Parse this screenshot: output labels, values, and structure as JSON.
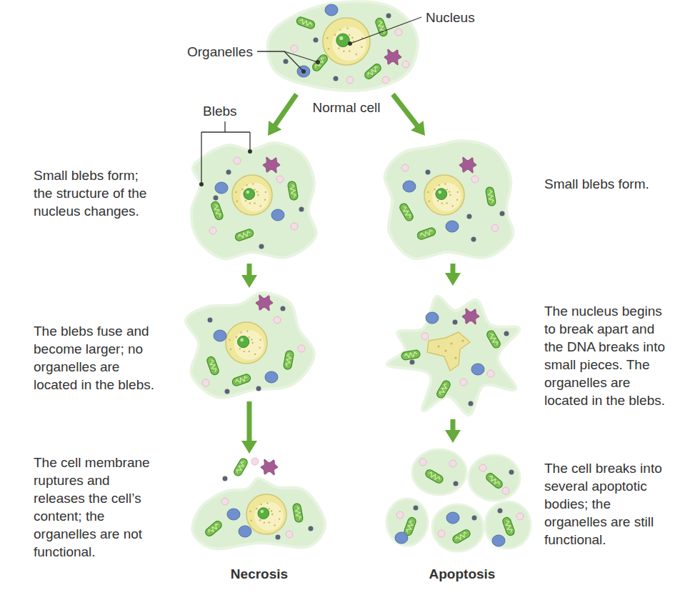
{
  "diagram": {
    "nodes": [
      {
        "text": [
          "Normal cell"
        ]
      },
      {
        "text": [
          "Small blebs form; the structure of the nucleus changes."
        ]
      },
      {
        "text": [
          "The blebs fuse and become larger; no organelles are located in the blebs."
        ]
      },
      {
        "text": [
          "The cell membrane ruptures and releases the cell’s content; the organelles are not functional.",
          "Necrosis"
        ]
      },
      {
        "text": [
          "Small blebs form."
        ]
      },
      {
        "text": [
          "The nucleus begins to break apart and the DNA breaks into small pieces. The organelles are located in the blebs."
        ]
      },
      {
        "text": [
          "The cell breaks into several apoptotic bodies; the organelles are still functional.",
          "Apoptosis"
        ]
      }
    ],
    "edges": [
      {
        "from": 0,
        "to": 1,
        "arrow": "to"
      },
      {
        "from": 0,
        "to": 4,
        "arrow": "to"
      },
      {
        "from": 1,
        "to": 2,
        "arrow": "to"
      },
      {
        "from": 2,
        "to": 3,
        "arrow": "to"
      },
      {
        "from": 4,
        "to": 5,
        "arrow": "to"
      },
      {
        "from": 5,
        "to": 6,
        "arrow": "to"
      }
    ],
    "labels": [
      "Nucleus",
      "Organelles",
      "Blebs"
    ]
  }
}
